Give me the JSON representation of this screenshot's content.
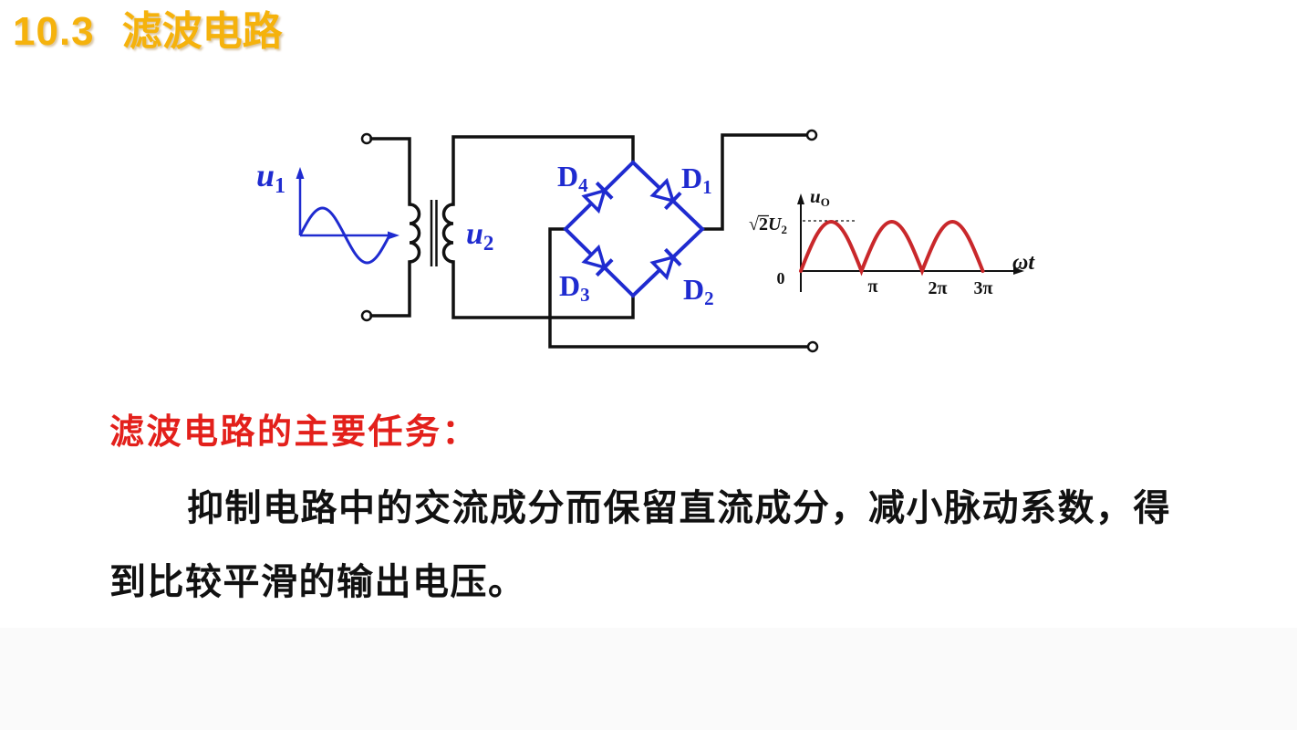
{
  "slide": {
    "section_number": "10.3",
    "section_title": "滤波电路"
  },
  "colors": {
    "title": "#F5B20C",
    "heading": "#E3201B",
    "body": "#111111",
    "bridge": "#1F2BD0",
    "waveform": "#C9282B",
    "wire": "#111111"
  },
  "circuit": {
    "input_label": {
      "symbol": "u",
      "sub": "1"
    },
    "secondary_label": {
      "symbol": "u",
      "sub": "2"
    },
    "diodes": [
      {
        "letter": "D",
        "sub": "1"
      },
      {
        "letter": "D",
        "sub": "2"
      },
      {
        "letter": "D",
        "sub": "3"
      },
      {
        "letter": "D",
        "sub": "4"
      }
    ]
  },
  "output_waveform": {
    "ylabel": {
      "symbol": "u",
      "sub": "O"
    },
    "peak_label": {
      "radical": "√2",
      "symbol": "U",
      "sub": "2"
    },
    "origin": "0",
    "ticks": [
      "π",
      "2π",
      "3π"
    ],
    "xlabel": "ωt"
  },
  "task": {
    "heading": "滤波电路的主要任务：",
    "lines": [
      "抑制电路中的交流成分而保留直流成分，减小脉动系数，得",
      "到比较平滑的输出电压。"
    ]
  }
}
